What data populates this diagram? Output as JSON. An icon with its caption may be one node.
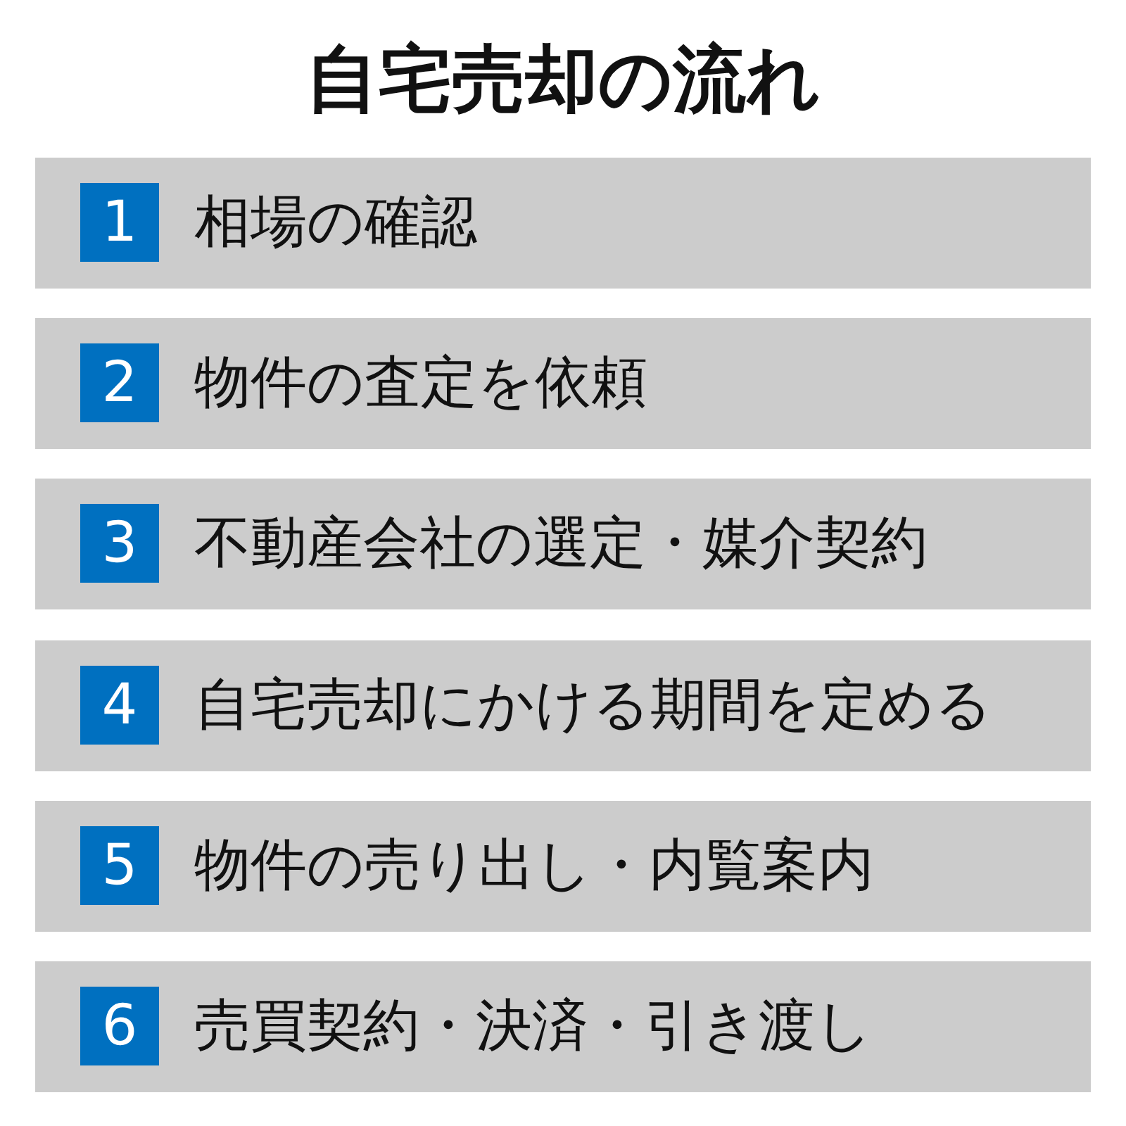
{
  "diagram": {
    "title": "自宅売却の流れ",
    "nodes": [
      {
        "text": [
          "相場の確認"
        ]
      },
      {
        "text": [
          "1"
        ],
        "in": 0
      },
      {
        "text": [
          "物件の査定を依頼"
        ]
      },
      {
        "text": [
          "2"
        ],
        "in": 2
      },
      {
        "text": [
          "不動産会社の選定・媒介契約"
        ]
      },
      {
        "text": [
          "3"
        ],
        "in": 4
      },
      {
        "text": [
          "自宅売却にかける期間を定める"
        ]
      },
      {
        "text": [
          "4"
        ],
        "in": 6
      },
      {
        "text": [
          "物件の売り出し・内覧案内"
        ]
      },
      {
        "text": [
          "5"
        ],
        "in": 8
      },
      {
        "text": [
          "売買契約・決済・引き渡し"
        ]
      },
      {
        "text": [
          "6"
        ],
        "in": 10
      }
    ]
  }
}
